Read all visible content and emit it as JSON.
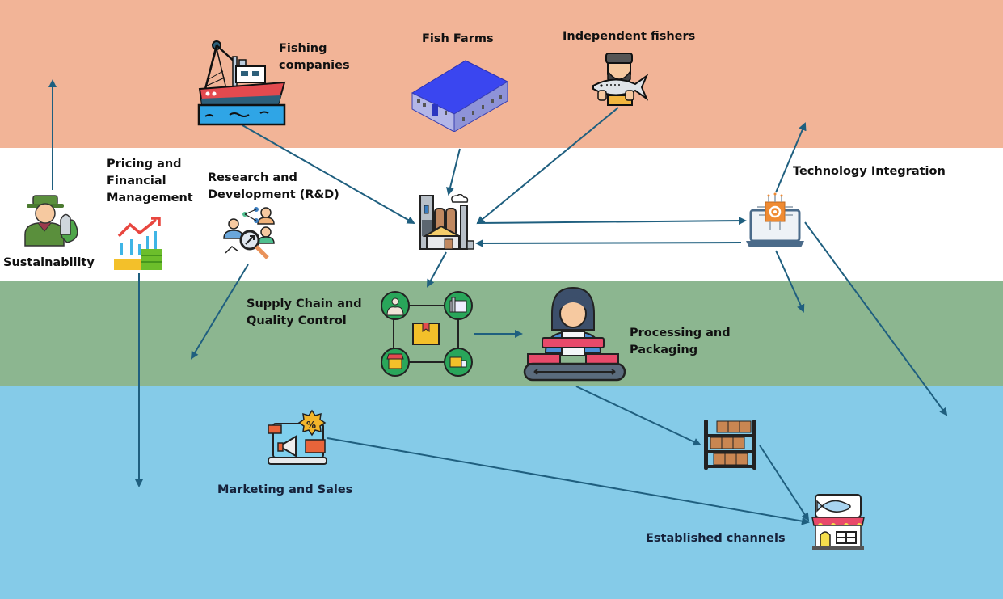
{
  "diagram": {
    "bands": [
      {
        "name": "sources",
        "color": "#f2b497"
      },
      {
        "name": "management",
        "color": "#ffffff"
      },
      {
        "name": "operations",
        "color": "#8cb690"
      },
      {
        "name": "market",
        "color": "#85cbe8"
      }
    ],
    "arrow_color": "#1f5f7f",
    "nodes": {
      "fishing_companies": {
        "label_line1": "Fishing",
        "label_line2": "companies",
        "icon": "fishing-boat-icon"
      },
      "fish_farms": {
        "label": "Fish Farms",
        "icon": "fish-farm-building-icon"
      },
      "independent_fishers": {
        "label": "Independent fishers",
        "icon": "fisherman-holding-fish-icon"
      },
      "sustainability": {
        "label": "Sustainability",
        "icon": "farmer-with-fish-leaf-icon"
      },
      "pricing": {
        "label_line1": "Pricing and",
        "label_line2": "Financial",
        "label_line3": "Management",
        "icon": "growth-chart-money-icon"
      },
      "rnd": {
        "label_line1": "Research and",
        "label_line2": "Development (R&D)",
        "icon": "research-network-magnifier-icon"
      },
      "factory": {
        "icon": "factory-icon"
      },
      "technology": {
        "label": "Technology Integration",
        "icon": "laptop-chip-gear-icon"
      },
      "supply_chain": {
        "label_line1": "Supply Chain and",
        "label_line2": "Quality Control",
        "icon": "supply-cycle-icon"
      },
      "processing": {
        "label_line1": "Processing and",
        "label_line2": "Packaging",
        "icon": "worker-conveyor-icon"
      },
      "marketing": {
        "label": "Marketing and Sales",
        "icon": "marketing-megaphone-laptop-icon"
      },
      "warehouse": {
        "icon": "warehouse-shelf-icon"
      },
      "established_channels": {
        "label": "Established channels",
        "icon": "fish-shop-icon"
      }
    },
    "edges": [
      {
        "from": "sustainability",
        "to": "sources"
      },
      {
        "from": "fishing_companies",
        "to": "factory"
      },
      {
        "from": "fish_farms",
        "to": "factory"
      },
      {
        "from": "independent_fishers",
        "to": "factory"
      },
      {
        "from": "factory",
        "to": "technology"
      },
      {
        "from": "technology",
        "to": "factory"
      },
      {
        "from": "technology",
        "to": "sources"
      },
      {
        "from": "technology",
        "to": "operations"
      },
      {
        "from": "technology",
        "to": "market"
      },
      {
        "from": "factory",
        "to": "supply_chain"
      },
      {
        "from": "rnd",
        "to": "operations"
      },
      {
        "from": "pricing",
        "to": "market"
      },
      {
        "from": "supply_chain",
        "to": "processing"
      },
      {
        "from": "processing",
        "to": "warehouse"
      },
      {
        "from": "warehouse",
        "to": "established_channels"
      },
      {
        "from": "marketing",
        "to": "established_channels"
      }
    ]
  }
}
